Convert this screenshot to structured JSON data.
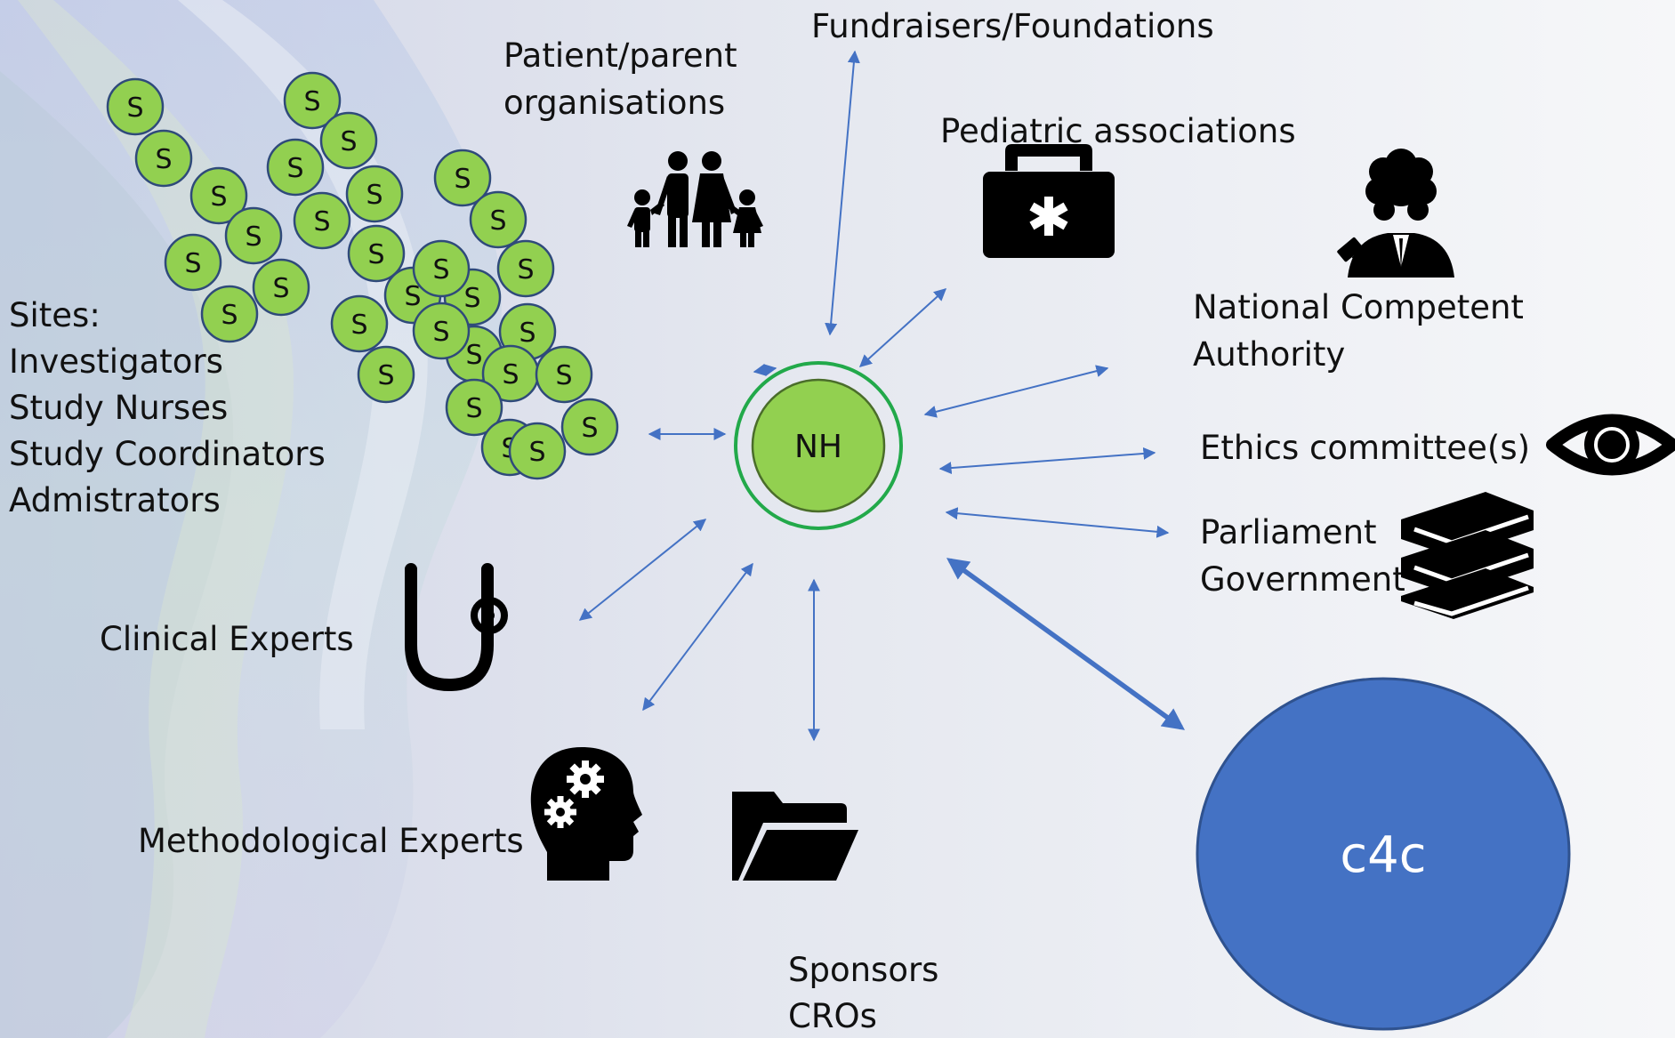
{
  "hub": {
    "label": "NH",
    "fill": "#92d050",
    "ring": "#22a94a"
  },
  "core": {
    "label": "c4c",
    "fill": "#4472c4"
  },
  "site_node_label": "S",
  "site_node_count": 33,
  "arrow_color": "#4472c4",
  "stakeholders": {
    "patient_orgs": {
      "lines": [
        "Patient/parent",
        "organisations"
      ],
      "icon": "family-icon"
    },
    "fundraisers": {
      "lines": [
        "Fundraisers/Foundations"
      ]
    },
    "pediatric": {
      "lines": [
        "Pediatric associations"
      ],
      "icon": "medical-kit-icon"
    },
    "nca": {
      "lines": [
        "National Competent",
        "Authority"
      ],
      "icon": "judge-icon"
    },
    "ethics": {
      "lines": [
        "Ethics committee(s)"
      ],
      "icon": "eye-icon"
    },
    "parliament": {
      "lines": [
        "Parliament",
        "Government"
      ],
      "icon": "books-icon"
    },
    "sites": {
      "lines": [
        "Sites:",
        "Investigators",
        "Study Nurses",
        "Study Coordinators",
        "Admistrators"
      ]
    },
    "clinical": {
      "lines": [
        "Clinical Experts"
      ],
      "icon": "stethoscope-icon"
    },
    "method": {
      "lines": [
        "Methodological Experts"
      ],
      "icon": "gears-head-icon"
    },
    "sponsors": {
      "lines": [
        "Sponsors",
        "CROs"
      ],
      "icon": "folder-icon"
    }
  }
}
